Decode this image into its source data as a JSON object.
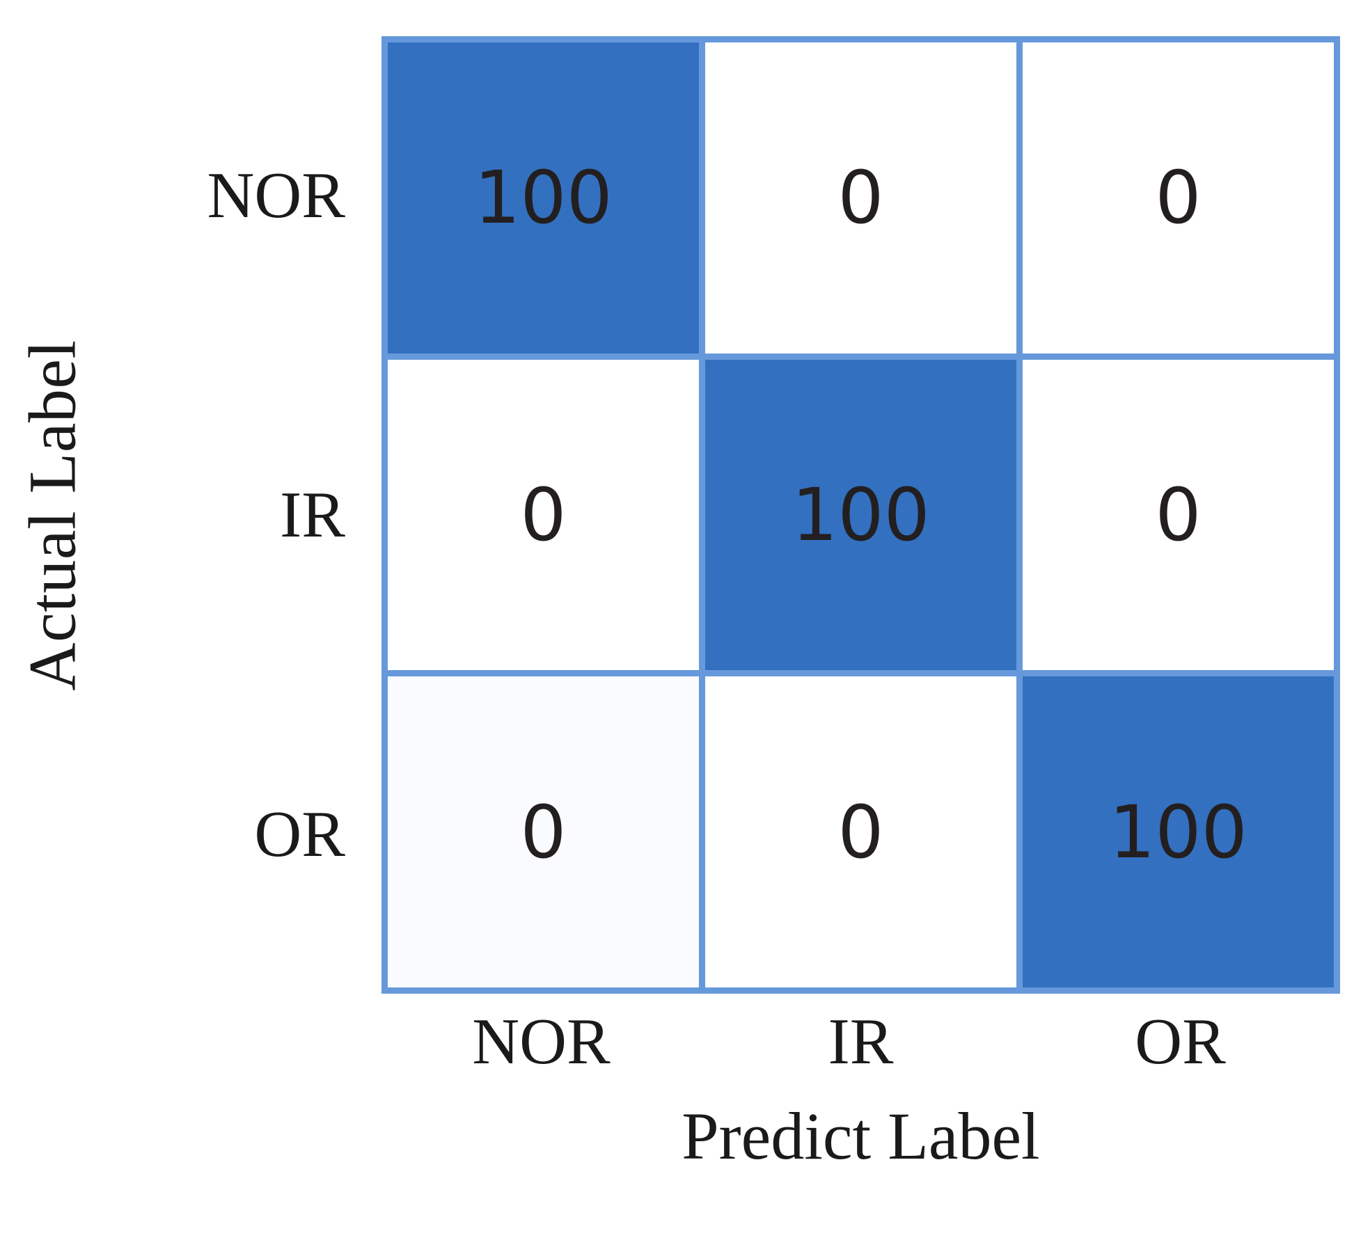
{
  "chart_data": {
    "type": "heatmap",
    "subtype": "confusion-matrix",
    "title": "",
    "xlabel": "Predict Label",
    "ylabel": "Actual Label",
    "categories": [
      "NOR",
      "IR",
      "OR"
    ],
    "x_tick_labels": [
      "NOR",
      "IR",
      "OR"
    ],
    "y_tick_labels": [
      "NOR",
      "IR",
      "OR"
    ],
    "matrix": [
      [
        100,
        0,
        0
      ],
      [
        0,
        100,
        0
      ],
      [
        0,
        0,
        100
      ]
    ],
    "rows": [
      {
        "actual": "NOR",
        "cells": [
          {
            "predict": "NOR",
            "value": "100",
            "diagonal": true
          },
          {
            "predict": "IR",
            "value": "0",
            "diagonal": false
          },
          {
            "predict": "OR",
            "value": "0",
            "diagonal": false
          }
        ]
      },
      {
        "actual": "IR",
        "cells": [
          {
            "predict": "NOR",
            "value": "0",
            "diagonal": false
          },
          {
            "predict": "IR",
            "value": "100",
            "diagonal": true
          },
          {
            "predict": "OR",
            "value": "0",
            "diagonal": false
          }
        ]
      },
      {
        "actual": "OR",
        "cells": [
          {
            "predict": "NOR",
            "value": "0",
            "diagonal": false
          },
          {
            "predict": "IR",
            "value": "0",
            "diagonal": false
          },
          {
            "predict": "OR",
            "value": "100",
            "diagonal": true
          }
        ]
      }
    ],
    "value_unit": "%",
    "colors": {
      "high": "#3370c0",
      "low": "#ffffff",
      "faint": "#fafbfe",
      "gridline": "#6699db",
      "text": "#231f20",
      "label_text": "#1a1a1a",
      "background": "#ffffff"
    },
    "grid": true,
    "legend": "none",
    "colorbar": false
  }
}
